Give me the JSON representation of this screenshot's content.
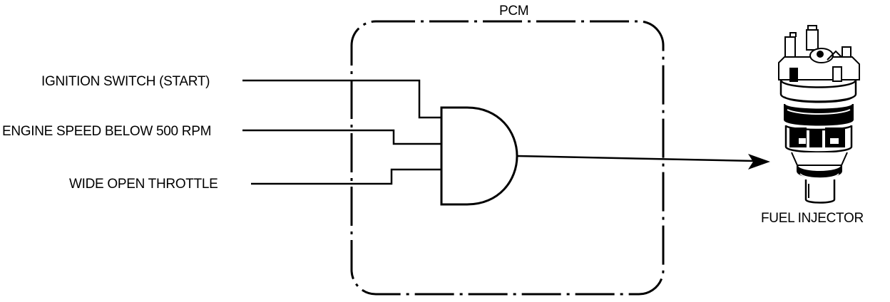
{
  "title": "PCM",
  "inputs": [
    {
      "label": "IGNITION SWITCH (START)"
    },
    {
      "label": "ENGINE SPEED BELOW 500 RPM"
    },
    {
      "label": "WIDE OPEN THROTTLE"
    }
  ],
  "gate": {
    "type": "AND"
  },
  "output": {
    "label": "FUEL INJECTOR",
    "icon": "fuel-injector-icon"
  },
  "colors": {
    "line": "#000000",
    "background": "#ffffff"
  }
}
